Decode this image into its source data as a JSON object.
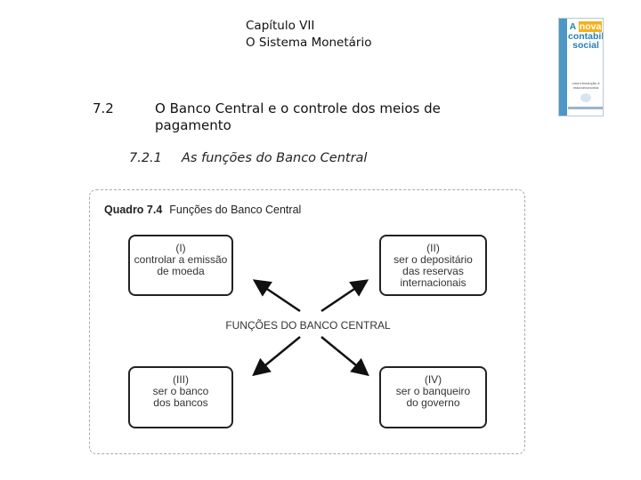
{
  "header": {
    "chapter": "Capítulo VII",
    "subtitle": "O Sistema Monetário"
  },
  "section": {
    "number": "7.2",
    "title": "O Banco Central e o controle dos meios de pagamento"
  },
  "subsection": {
    "number": "7.2.1",
    "title": "As funções do Banco Central"
  },
  "book_cover": {
    "title_line1": "A",
    "title_highlight": "nova",
    "title_line2": "contabilidade",
    "title_line3": "social",
    "subtitle": "uma introdução à macroeconomia",
    "colors": {
      "accent": "#2a7fb4",
      "highlight": "#f2b21b",
      "spine": "#4d97c6"
    }
  },
  "figure": {
    "label_number": "Quadro 7.4",
    "label_title": "Funções do Banco Central",
    "center_label": "FUNÇÕES DO BANCO CENTRAL",
    "boxes": [
      {
        "num": "(I)",
        "text": "controlar a emissão\nde moeda"
      },
      {
        "num": "(II)",
        "text": "ser o depositário\ndas reservas\ninternacionais"
      },
      {
        "num": "(III)",
        "text": "ser o banco\ndos bancos"
      },
      {
        "num": "(IV)",
        "text": "ser o banqueiro\ndo governo"
      }
    ],
    "arrow_icon": "arrow-outward-icon"
  }
}
